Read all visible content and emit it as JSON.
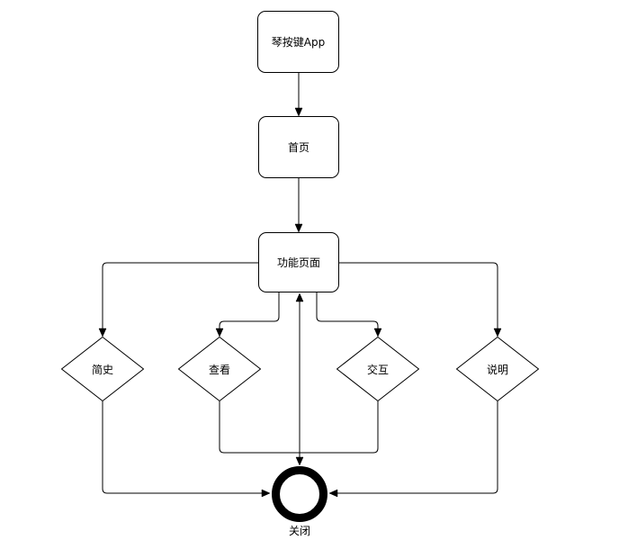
{
  "diagram": {
    "type": "flowchart",
    "colors": {
      "stroke": "#000000",
      "node_fill": "#ffffff",
      "background": "#ffffff",
      "text": "#000000"
    },
    "nodes": {
      "app": {
        "label": "琴按键App",
        "shape": "rounded-rectangle"
      },
      "home": {
        "label": "首页",
        "shape": "rounded-rectangle"
      },
      "features": {
        "label": "功能页面",
        "shape": "rounded-rectangle"
      },
      "history": {
        "label": "简史",
        "shape": "diamond"
      },
      "view": {
        "label": "查看",
        "shape": "diamond"
      },
      "interact": {
        "label": "交互",
        "shape": "diamond"
      },
      "instructions": {
        "label": "说明",
        "shape": "diamond"
      },
      "close": {
        "label": "关闭",
        "shape": "terminator-circle"
      }
    },
    "edges": [
      {
        "from": "app",
        "to": "home"
      },
      {
        "from": "home",
        "to": "features"
      },
      {
        "from": "features",
        "to": "history"
      },
      {
        "from": "features",
        "to": "view"
      },
      {
        "from": "features",
        "to": "interact"
      },
      {
        "from": "features",
        "to": "instructions"
      },
      {
        "from": "history",
        "to": "close"
      },
      {
        "from": "view",
        "to": "close"
      },
      {
        "from": "interact",
        "to": "close"
      },
      {
        "from": "instructions",
        "to": "close"
      },
      {
        "from": "close",
        "to": "features"
      }
    ]
  }
}
